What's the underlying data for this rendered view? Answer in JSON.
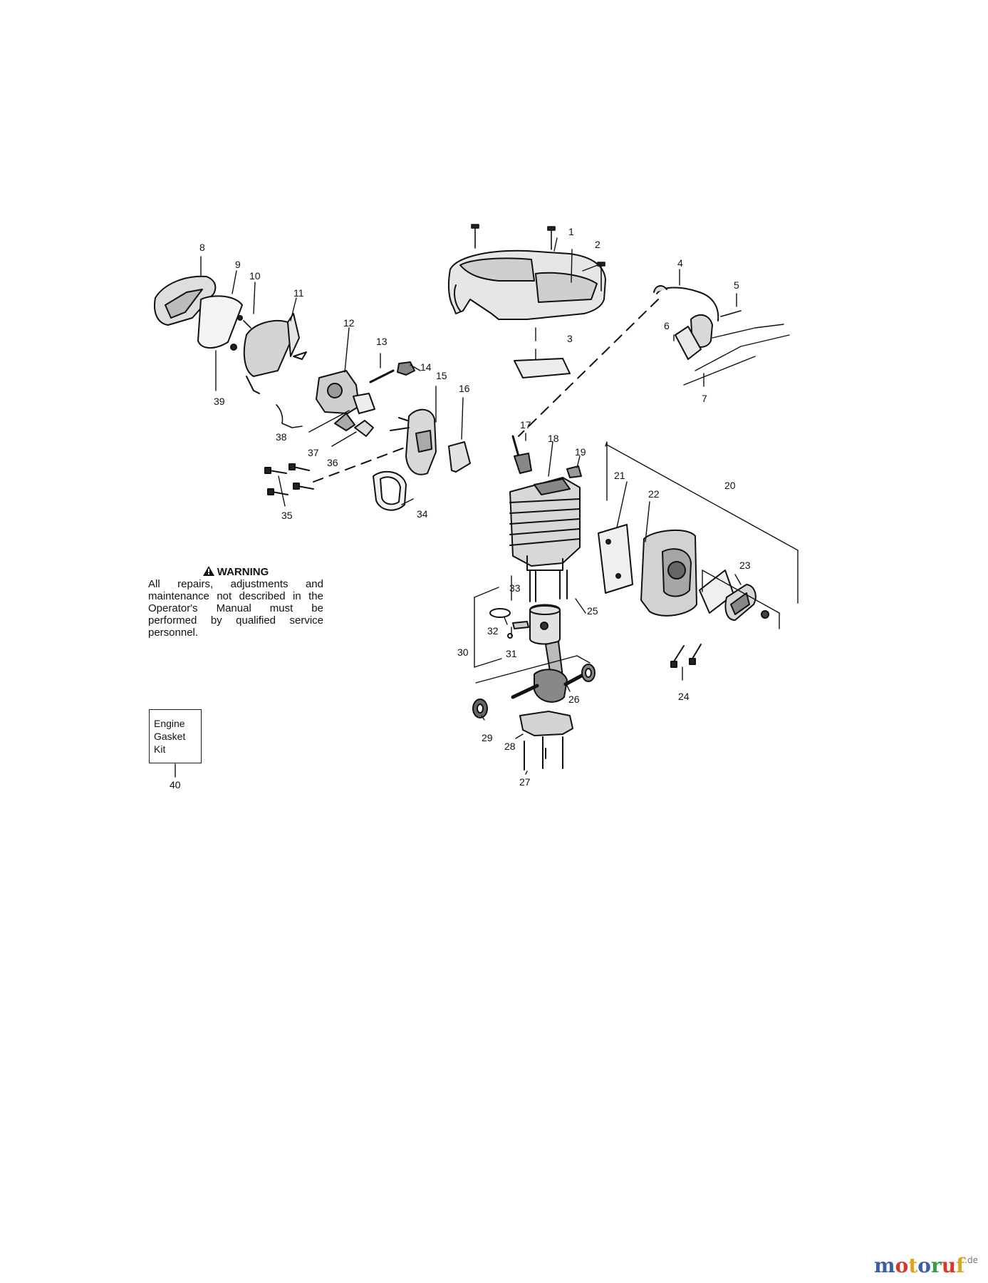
{
  "diagram": {
    "part_numbers": [
      "1",
      "2",
      "3",
      "4",
      "5",
      "6",
      "7",
      "8",
      "9",
      "10",
      "11",
      "12",
      "13",
      "14",
      "15",
      "16",
      "17",
      "18",
      "19",
      "20",
      "21",
      "22",
      "23",
      "24",
      "25",
      "26",
      "27",
      "28",
      "29",
      "30",
      "31",
      "32",
      "33",
      "34",
      "35",
      "36",
      "37",
      "38",
      "39",
      "40"
    ]
  },
  "warning": {
    "title": "WARNING",
    "body": "All repairs, adjustments and maintenance not described in the Operator's Manual must be performed by qualified service personnel."
  },
  "kit": {
    "lines": [
      "Engine",
      "Gasket",
      "Kit"
    ],
    "number": "40"
  },
  "logo": {
    "letters": [
      "m",
      "o",
      "t",
      "o",
      "r",
      "u",
      "f"
    ],
    "tld": ".de",
    "colors": [
      "#3a5fa8",
      "#d23b2b",
      "#e2a31c",
      "#3a5fa8",
      "#3a9a4a",
      "#d23b2b",
      "#e2a31c"
    ]
  },
  "colors": {
    "ink": "#111111",
    "paper": "#ffffff"
  }
}
